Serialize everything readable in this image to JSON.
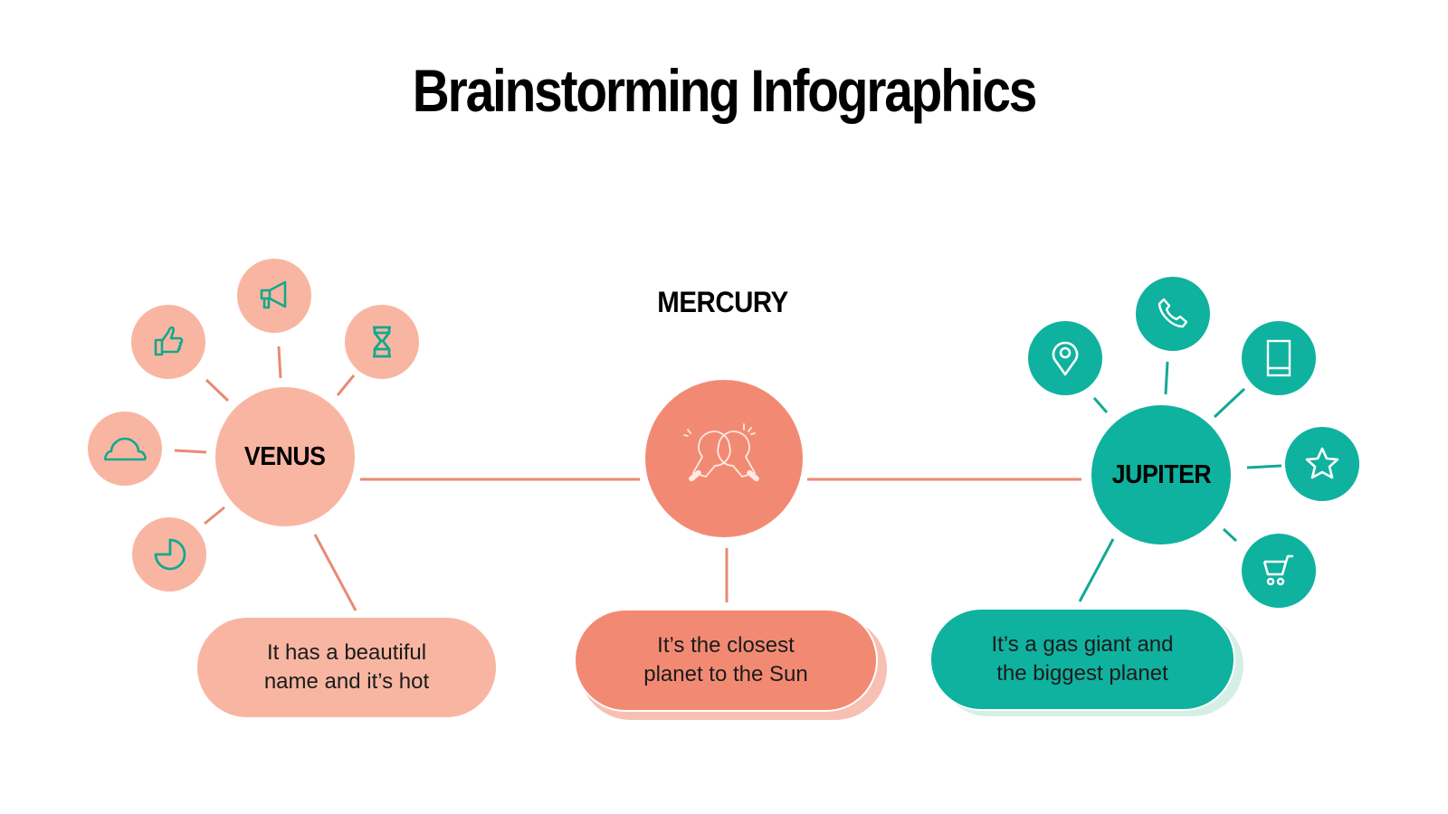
{
  "title": "Brainstorming Infographics",
  "colors": {
    "venus": "#f8b6a2",
    "venus_shadow": "#fde3de",
    "mercury": "#f28a73",
    "mercury_shadow": "#f7c0b3",
    "jupiter": "#0fb29f",
    "jupiter_shadow": "#d6efe6",
    "connector": "#e98a74",
    "teal_connector": "#13a896",
    "icon_teal": "#12a88f",
    "icon_white": "#ffffff"
  },
  "nodes": {
    "venus": {
      "label": "VENUS",
      "description_line1": "It has a beautiful",
      "description_line2": "name and it’s hot",
      "satellites": [
        {
          "icon": "thumbs-up-icon"
        },
        {
          "icon": "megaphone-icon"
        },
        {
          "icon": "hourglass-icon"
        },
        {
          "icon": "cloud-icon"
        },
        {
          "icon": "pie-chart-icon"
        }
      ]
    },
    "mercury": {
      "label": "MERCURY",
      "icon": "lightbulbs-icon",
      "description_line1": "It’s the closest",
      "description_line2": "planet to the Sun"
    },
    "jupiter": {
      "label": "JUPITER",
      "description_line1": "It’s a gas giant and",
      "description_line2": "the biggest planet",
      "satellites": [
        {
          "icon": "location-pin-icon"
        },
        {
          "icon": "phone-icon"
        },
        {
          "icon": "smartphone-icon"
        },
        {
          "icon": "star-icon"
        },
        {
          "icon": "shopping-cart-icon"
        }
      ]
    }
  }
}
